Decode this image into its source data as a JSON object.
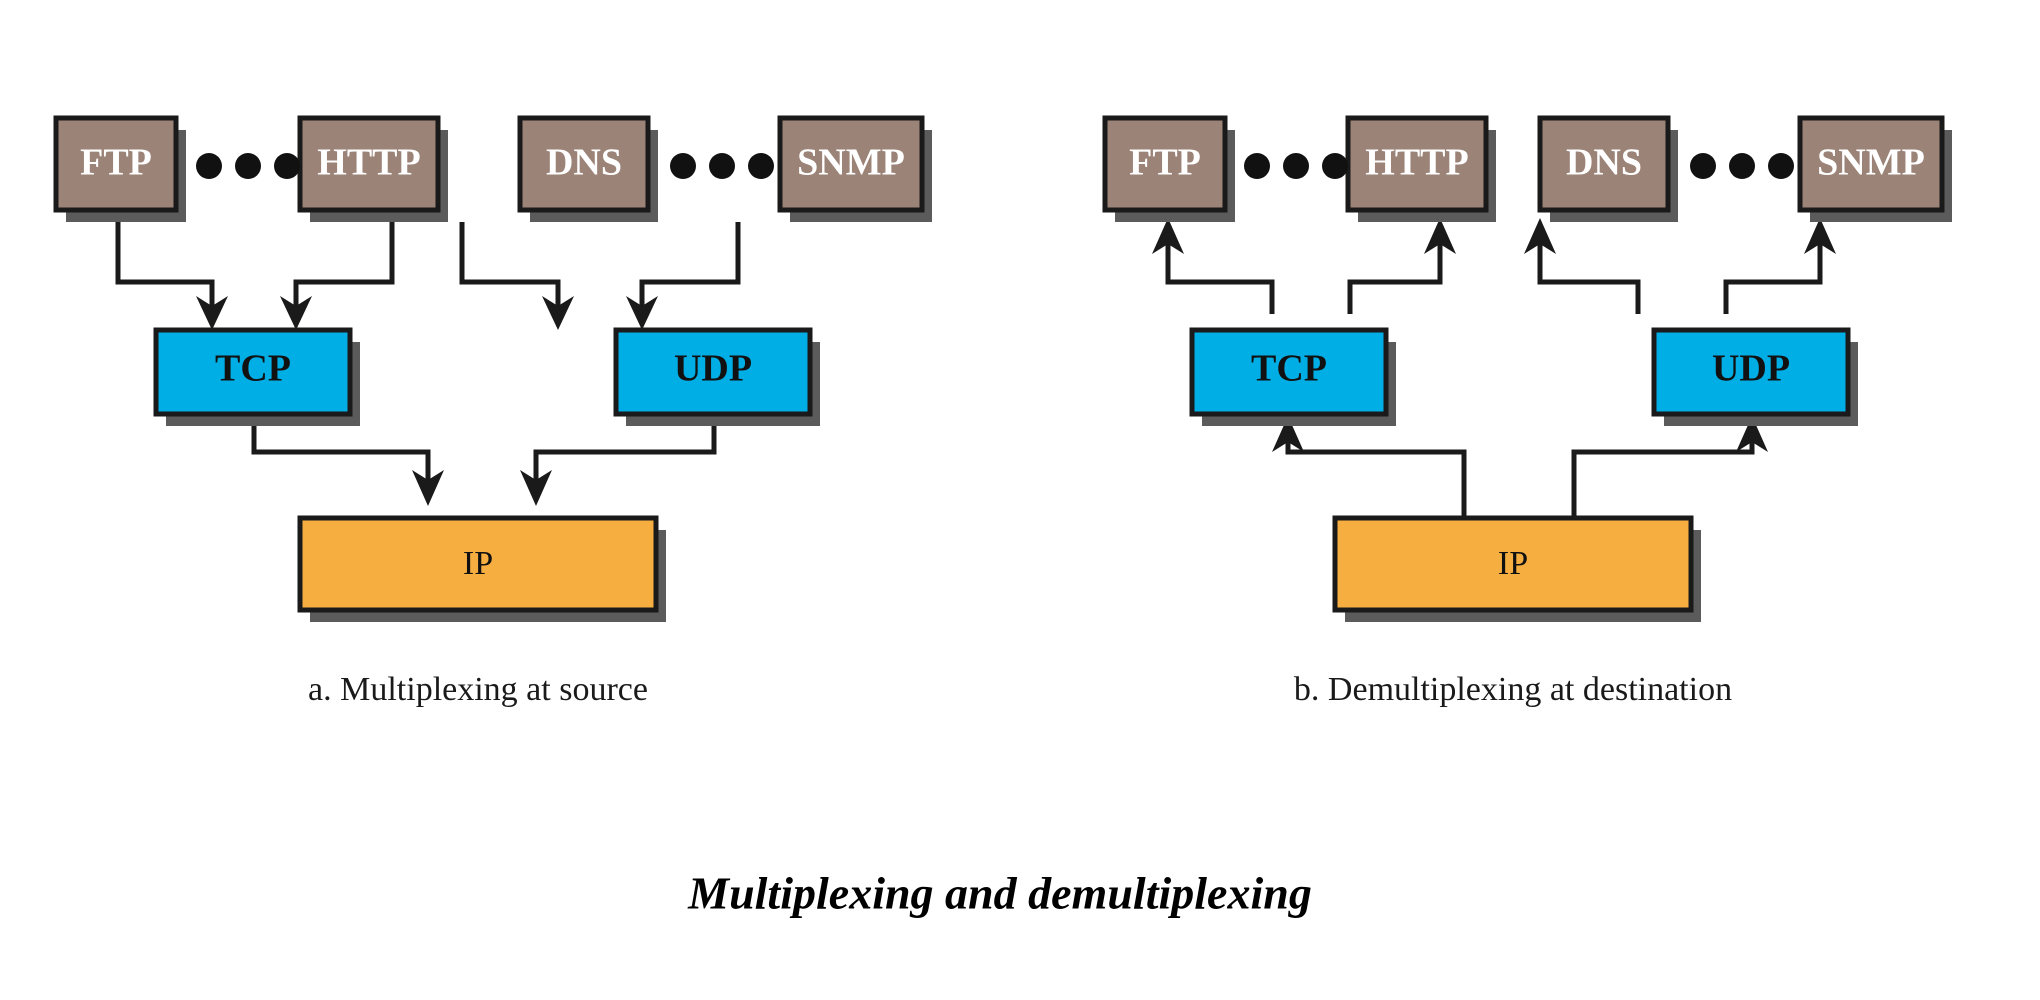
{
  "figure": {
    "title": "Multiplexing and demultiplexing",
    "background_color": "#ffffff"
  },
  "colors": {
    "application_box": "#9C8377",
    "transport_box": "#00AEE6",
    "network_box": "#F7AE41",
    "shadow": "#5b5b5b",
    "outline": "#1a1a1a",
    "app_label_text": "#ffffff",
    "dark_label_text": "#111111"
  },
  "panels": [
    {
      "id": "source",
      "caption": "a. Multiplexing at source",
      "direction": "down",
      "application_boxes": [
        {
          "label": "FTP"
        },
        {
          "label": "HTTP"
        },
        {
          "label": "DNS"
        },
        {
          "label": "SNMP"
        }
      ],
      "ellipsis": [
        {
          "dots": "•••"
        },
        {
          "dots": "•••"
        }
      ],
      "transport_boxes": [
        {
          "label": "TCP"
        },
        {
          "label": "UDP"
        }
      ],
      "network_box": {
        "label": "IP"
      }
    },
    {
      "id": "destination",
      "caption": "b. Demultiplexing at destination",
      "direction": "up",
      "application_boxes": [
        {
          "label": "FTP"
        },
        {
          "label": "HTTP"
        },
        {
          "label": "DNS"
        },
        {
          "label": "SNMP"
        }
      ],
      "ellipsis": [
        {
          "dots": "•••"
        },
        {
          "dots": "•••"
        }
      ],
      "transport_boxes": [
        {
          "label": "TCP"
        },
        {
          "label": "UDP"
        }
      ],
      "network_box": {
        "label": "IP"
      }
    }
  ]
}
